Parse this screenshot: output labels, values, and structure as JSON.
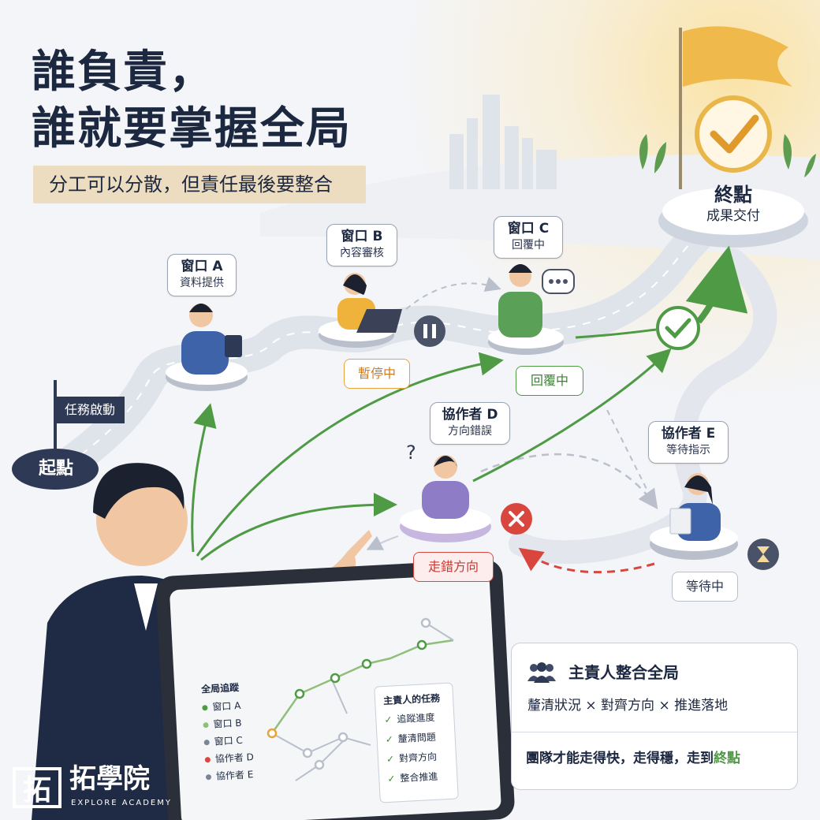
{
  "headline": {
    "line1": "誰負責，",
    "line2": "誰就要掌握全局"
  },
  "subtitle": "分工可以分散，但責任最後要整合",
  "start": {
    "flag_label": "任務啟動",
    "label": "起點"
  },
  "finish": {
    "title": "終點",
    "subtitle": "成果交付"
  },
  "windows": [
    {
      "name": "窗口 A",
      "role": "資料提供"
    },
    {
      "name": "窗口 B",
      "role": "內容審核",
      "status": "暫停中"
    },
    {
      "name": "窗口 C",
      "role": "回覆中",
      "status": "回覆中"
    },
    {
      "name": "協作者 D",
      "role": "方向錯誤",
      "status": "走錯方向"
    },
    {
      "name": "協作者 E",
      "role": "等待指示",
      "status": "等待中"
    }
  ],
  "tablet": {
    "legend_title": "全局追蹤",
    "legend": [
      {
        "label": "窗口 A",
        "color": "#4f9a45"
      },
      {
        "label": "窗口 B",
        "color": "#8fbf7a"
      },
      {
        "label": "窗口 C",
        "color": "#7a8698"
      },
      {
        "label": "協作者 D",
        "color": "#d9463e"
      },
      {
        "label": "協作者 E",
        "color": "#7a8698"
      }
    ],
    "tasks_title": "主責人的任務",
    "tasks": [
      "追蹤進度",
      "釐清問題",
      "對齊方向",
      "整合推進"
    ]
  },
  "info_panel": {
    "icon": "people-icon",
    "title": "主責人整合全局",
    "line": "釐清狀況 × 對齊方向 × 推進落地",
    "bottom_prefix": "團隊才能走得快，走得穩，走到",
    "bottom_highlight": "終點"
  },
  "brand": {
    "name": "拓學院",
    "tagline": "EXPLORE ACADEMY",
    "mark": "拓"
  },
  "colors": {
    "green": "#4f9a45",
    "red": "#d9463e",
    "gold": "#e9b64a",
    "navy": "#1c2740",
    "orange": "#e8a33a"
  }
}
